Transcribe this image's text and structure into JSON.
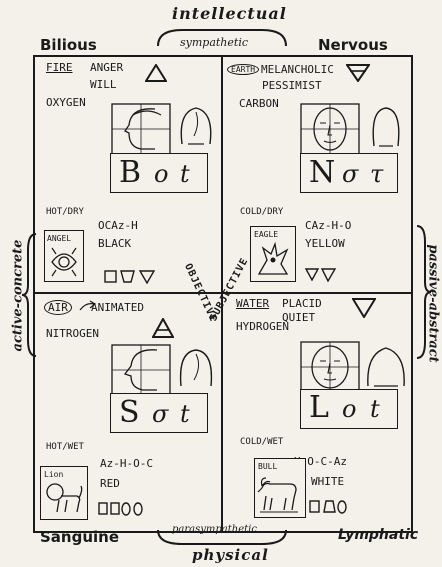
{
  "top_label": "intellectual",
  "top_sub": "sympathetic",
  "bottom_label": "physical",
  "bottom_sub": "parasympathetic",
  "left_label": "active-concrete",
  "right_label": "passive-abstract",
  "corners": {
    "tl": "Bilious",
    "tr": "Nervous",
    "bl": "Sanguine",
    "br": "Lymphatic"
  },
  "diagonal": {
    "upper": "OBJECTIVE",
    "lower": "SUBJECTIVE"
  },
  "quadrants": {
    "bilious": {
      "element": "FIRE",
      "line1": "ANGER",
      "line2": "WILL",
      "gas": "OXYGEN",
      "letters": [
        "B",
        "o",
        "t"
      ],
      "temp": "HOT/DRY",
      "formula": "OCAz-H",
      "color": "BLACK",
      "animal": "ANGEL"
    },
    "nervous": {
      "element": "EARTH",
      "line1": "MELANCHOLIC",
      "line2": "PESSIMIST",
      "gas": "CARBON",
      "letters": [
        "N",
        "σ",
        "τ"
      ],
      "temp": "COLD/DRY",
      "formula": "CAz-H-O",
      "color": "YELLOW",
      "animal": "EAGLE"
    },
    "sanguine": {
      "element": "AIR",
      "line1": "ANIMATED",
      "gas": "NITROGEN",
      "letters": [
        "S",
        "σ",
        "t"
      ],
      "temp": "HOT/WET",
      "formula": "Az-H-O-C",
      "color": "RED",
      "animal": "Lion"
    },
    "lymphatic": {
      "element": "WATER",
      "line1": "PLACID",
      "line2": "QUIET",
      "gas": "HYDROGEN",
      "letters": [
        "L",
        "o",
        "t"
      ],
      "temp": "COLD/WET",
      "formula": "H-O-C-Az",
      "color": "WHITE",
      "animal": "BULL"
    }
  }
}
